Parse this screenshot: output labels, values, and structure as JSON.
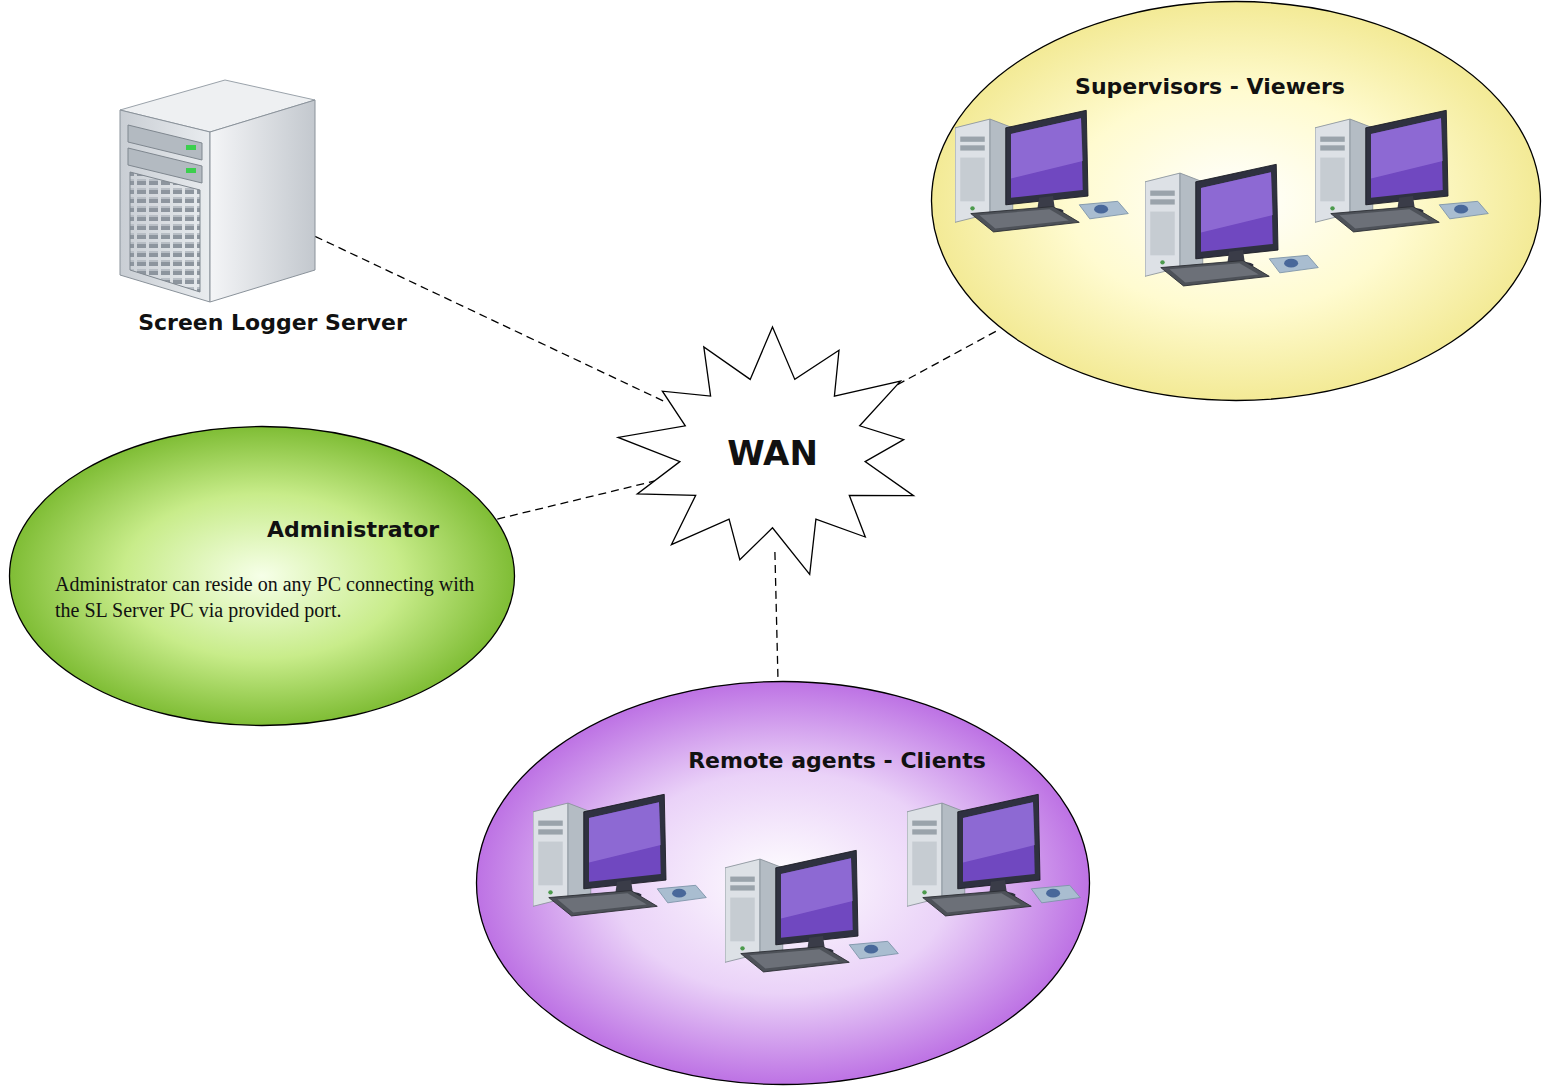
{
  "diagram": {
    "nodes": [
      {
        "text": [
          "Screen Logger Server"
        ]
      },
      {
        "text": [
          "Supervisors - Viewers"
        ]
      },
      {
        "text": [
          "WAN"
        ]
      },
      {
        "text": [
          "Administrator",
          "Administrator can reside on any PC connecting with the SL Server PC via provided port."
        ]
      },
      {
        "text": [
          "Remote agents - Clients"
        ]
      }
    ],
    "edges": [
      {
        "from": 0,
        "to": 2,
        "arrow": "none"
      },
      {
        "from": 2,
        "to": 1,
        "arrow": "none"
      },
      {
        "from": 3,
        "to": 2,
        "arrow": "none"
      },
      {
        "from": 2,
        "to": 4,
        "arrow": "none"
      }
    ]
  }
}
